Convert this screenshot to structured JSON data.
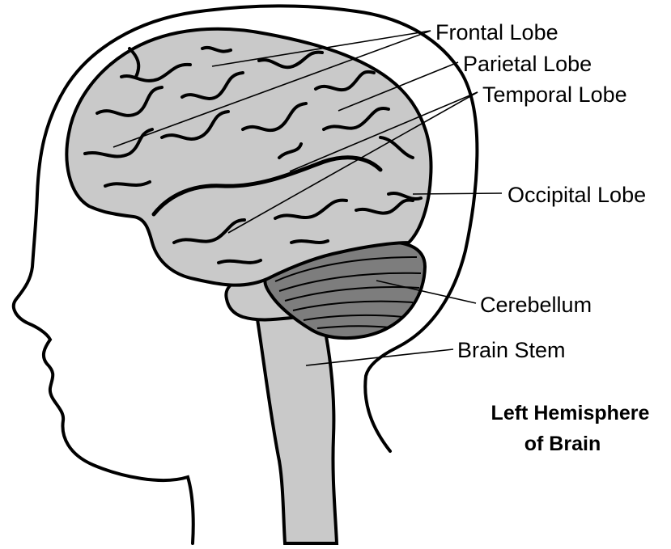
{
  "labels": {
    "frontal": "Frontal Lobe",
    "parietal": "Parietal Lobe",
    "temporal": "Temporal Lobe",
    "occipital": "Occipital Lobe",
    "cerebellum": "Cerebellum",
    "brainstem": "Brain Stem"
  },
  "caption": {
    "line1": "Left Hemisphere",
    "line2": "of Brain"
  },
  "colors": {
    "outline": "#000000",
    "cerebrum": "#c9c9c9",
    "cerebellum": "#7d7d7d",
    "brainstem": "#c9c9c9",
    "background": "#ffffff"
  }
}
